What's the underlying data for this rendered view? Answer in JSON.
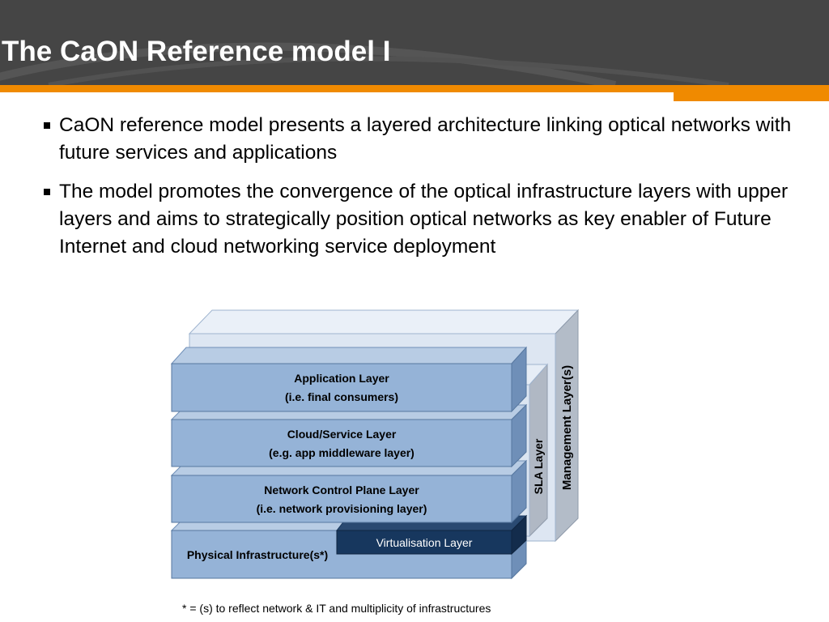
{
  "slide": {
    "title": "The CaON Reference model I",
    "bullets": [
      "CaON reference model presents a layered architecture linking optical networks with future services and applications",
      "The model promotes the convergence of the optical infrastructure layers with upper layers and aims to strategically position optical networks as key enabler of Future Internet and cloud networking service deployment"
    ]
  },
  "diagram": {
    "layers": [
      {
        "line1": "Application Layer",
        "line2": "(i.e. final consumers)"
      },
      {
        "line1": "Cloud/Service Layer",
        "line2": "(e.g. app middleware layer)"
      },
      {
        "line1": "Network Control Plane Layer",
        "line2": "(i.e. network provisioning layer)"
      },
      {
        "line1": "Physical Infrastructure(s*)"
      }
    ],
    "virtualisation_label": "Virtualisation Layer",
    "sla_label": "SLA Layer",
    "management_label": "Management Layer(s)",
    "footnote": "* = (s) to reflect network & IT and multiplicity of infrastructures"
  },
  "colors": {
    "header": "#454545",
    "accent": "#f08a00",
    "layer_fill": "#95b3d7",
    "layer_top": "#b8cce4",
    "layer_side": "#6f8fb8",
    "virtualisation": "#17375e",
    "management_back": "#dde6f2"
  }
}
